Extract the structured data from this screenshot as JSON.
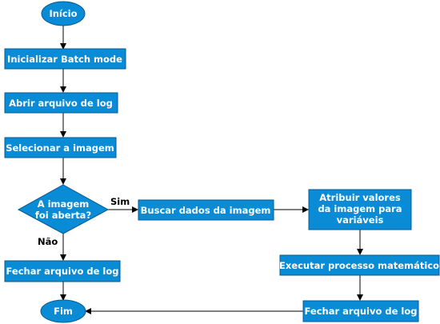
{
  "nodes": {
    "start": "Início",
    "init_batch": "Inicializar Batch mode",
    "open_log": "Abrir arquivo de log",
    "select_image": "Selecionar a imagem",
    "decision": [
      "A imagem",
      "foi aberta?"
    ],
    "close_log_left": "Fechar arquivo de log",
    "end": "Fim",
    "fetch_data": "Buscar dados da imagem",
    "assign_values": [
      "Atribuir valores",
      "da imagem para",
      "variáveis"
    ],
    "run_math": "Executar processo matemático",
    "close_log_right": "Fechar arquivo de log"
  },
  "edge_labels": {
    "yes": "Sim",
    "no": "Não"
  },
  "colors": {
    "node_fill": "#0a8bd6",
    "node_stroke": "#055a91",
    "node_text": "#ffffff",
    "edge": "#000000"
  }
}
